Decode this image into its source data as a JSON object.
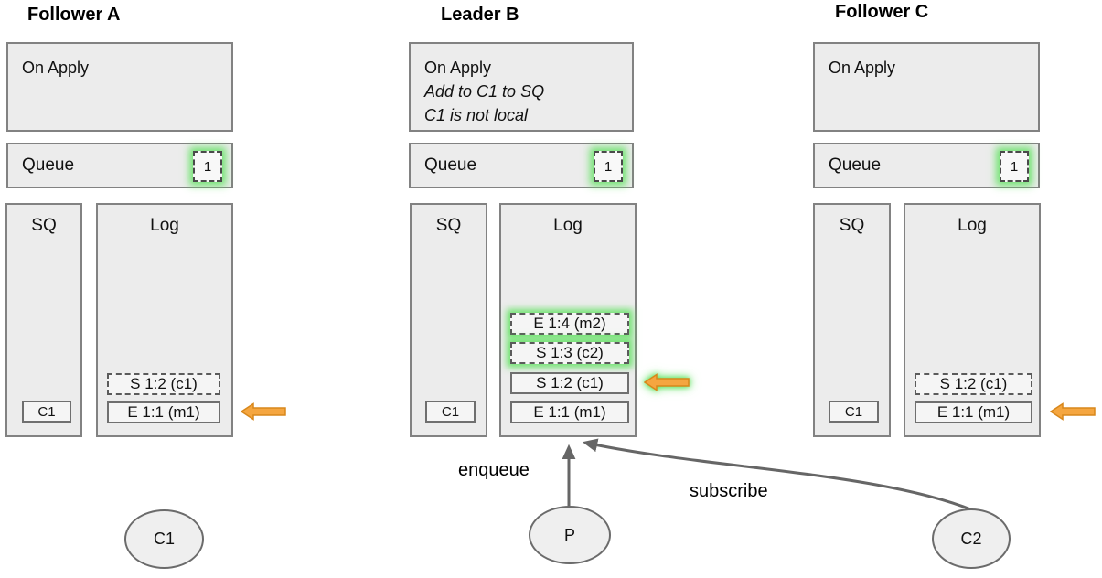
{
  "nodes": [
    {
      "title": "Follower A",
      "on_apply": {
        "title": "On Apply",
        "notes": []
      },
      "queue": {
        "label": "Queue",
        "count": "1"
      },
      "sq": {
        "label": "SQ",
        "items": [
          "C1"
        ]
      },
      "log": {
        "label": "Log",
        "entries": [
          {
            "text": "S 1:2 (c1)",
            "style": "dashed",
            "glow": false
          },
          {
            "text": "E 1:1 (m1)",
            "style": "solid",
            "glow": false
          }
        ]
      },
      "pointer_at": "E 1:1 (m1)"
    },
    {
      "title": "Leader B",
      "on_apply": {
        "title": "On Apply",
        "notes": [
          "Add to C1 to SQ",
          "C1 is not local"
        ]
      },
      "queue": {
        "label": "Queue",
        "count": "1"
      },
      "sq": {
        "label": "SQ",
        "items": [
          "C1"
        ]
      },
      "log": {
        "label": "Log",
        "entries": [
          {
            "text": "E 1:4 (m2)",
            "style": "dashed",
            "glow": true
          },
          {
            "text": "S 1:3 (c2)",
            "style": "dashed",
            "glow": true
          },
          {
            "text": "S 1:2 (c1)",
            "style": "solid",
            "glow": false
          },
          {
            "text": "E 1:1 (m1)",
            "style": "solid",
            "glow": false
          }
        ]
      },
      "pointer_at": "S 1:2 (c1)"
    },
    {
      "title": "Follower C",
      "on_apply": {
        "title": "On Apply",
        "notes": []
      },
      "queue": {
        "label": "Queue",
        "count": "1"
      },
      "sq": {
        "label": "SQ",
        "items": [
          "C1"
        ]
      },
      "log": {
        "label": "Log",
        "entries": [
          {
            "text": "S 1:2 (c1)",
            "style": "dashed",
            "glow": false
          },
          {
            "text": "E 1:1 (m1)",
            "style": "solid",
            "glow": false
          }
        ]
      },
      "pointer_at": "E 1:1 (m1)"
    }
  ],
  "actors": [
    {
      "label": "C1"
    },
    {
      "label": "P"
    },
    {
      "label": "C2"
    }
  ],
  "edges": [
    {
      "label": "enqueue"
    },
    {
      "label": "subscribe"
    }
  ],
  "colors": {
    "accent_orange": "#F5A640",
    "accent_orange_border": "#D8871B",
    "glow_green": "#5CE25C",
    "connector_gray": "#666666",
    "box_fill": "#ECECEC",
    "box_border": "#828282"
  }
}
